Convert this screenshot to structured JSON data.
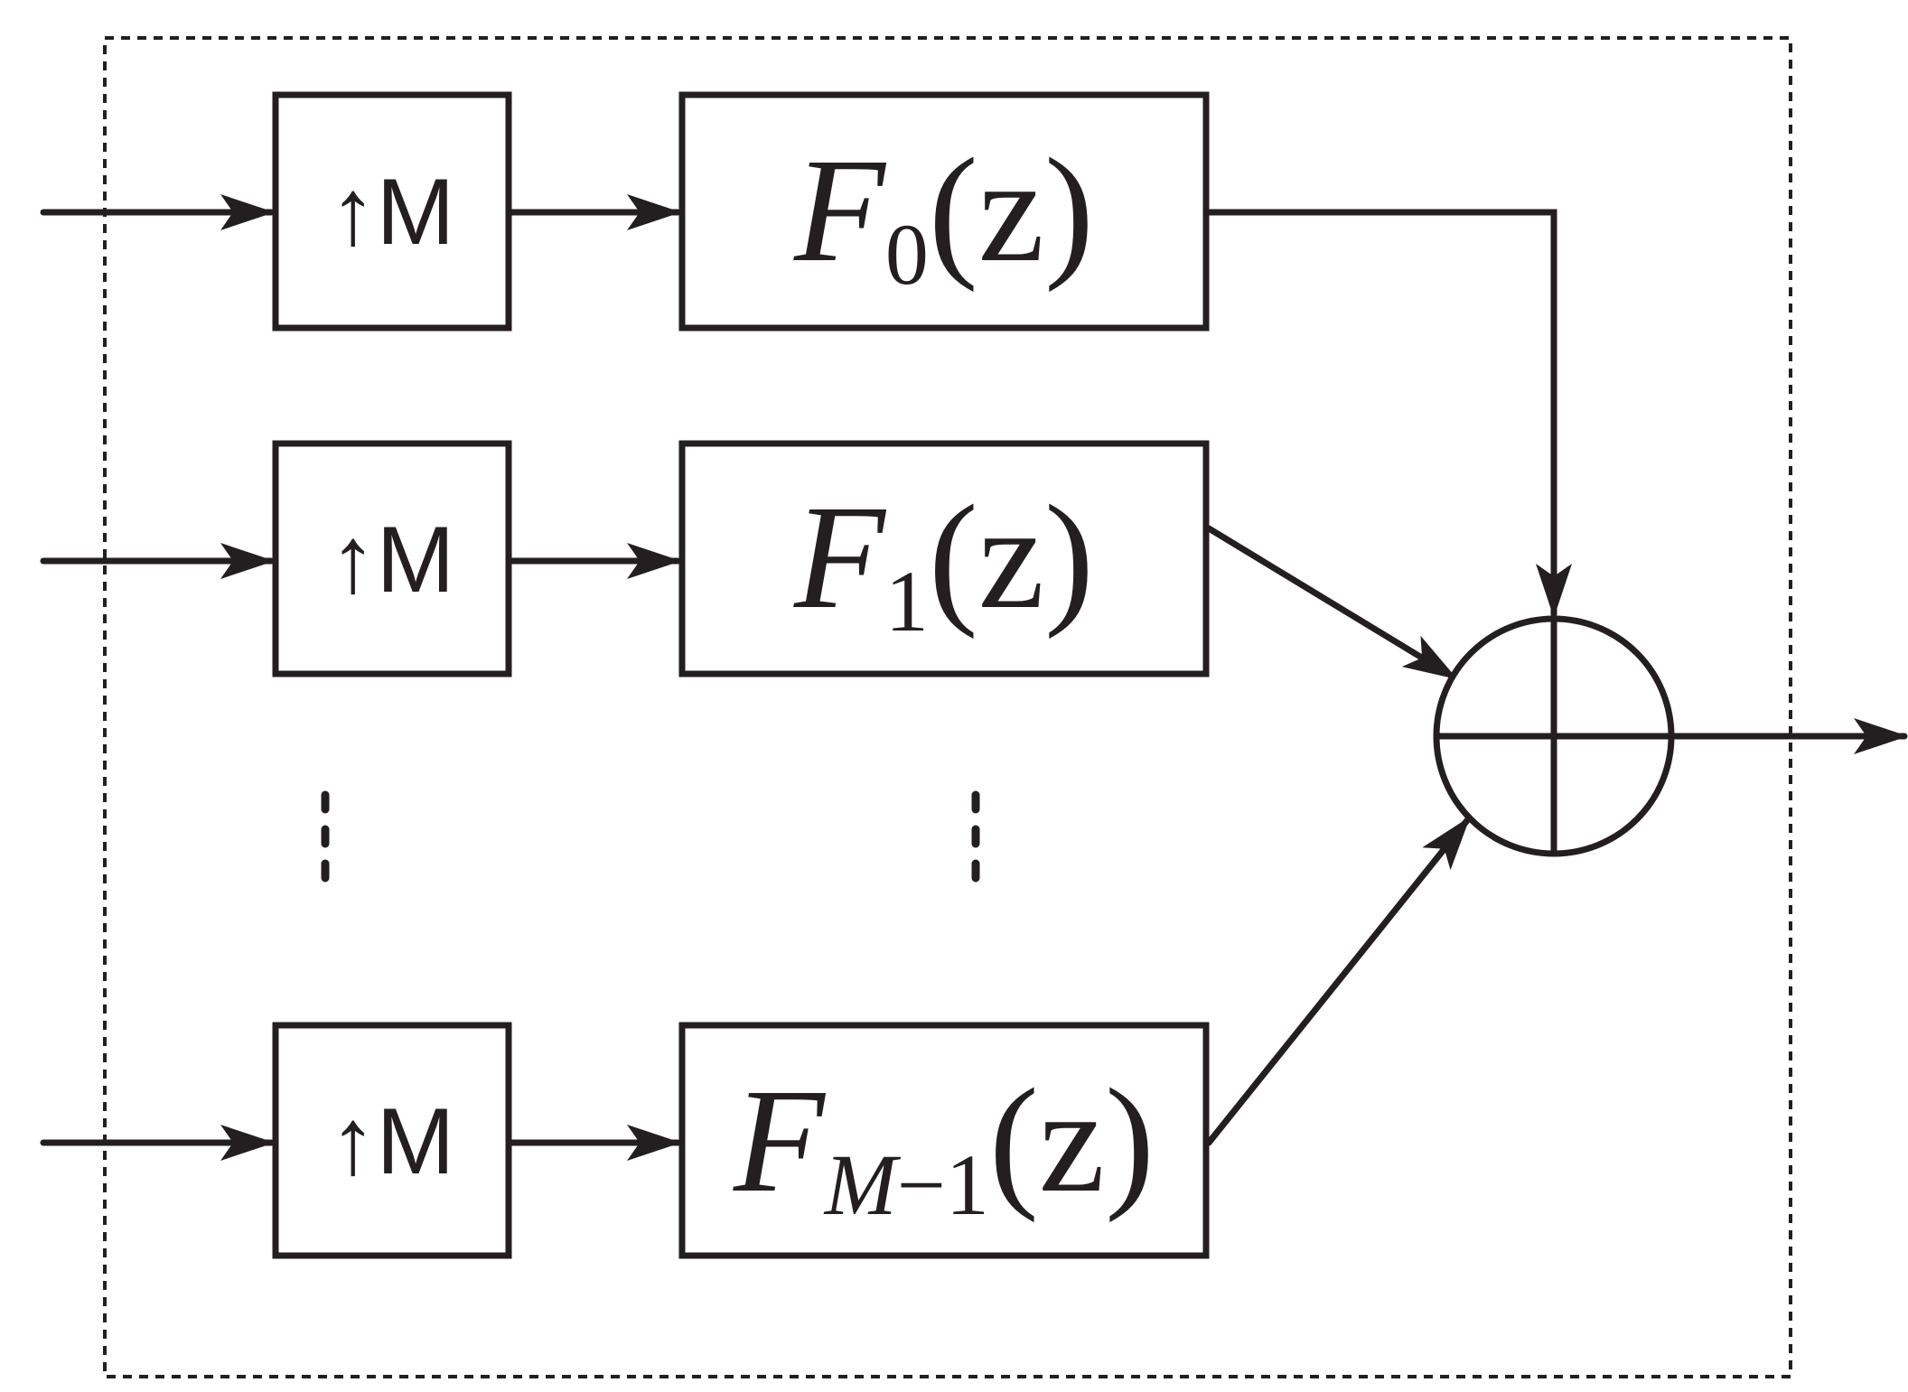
{
  "diagram": {
    "upsampler_label": "↑M",
    "filters": [
      {
        "name": "F",
        "sub": "0",
        "arg": "(z)"
      },
      {
        "name": "F",
        "sub": "1",
        "arg": "(z)"
      },
      {
        "name": "F",
        "sub_var": "M",
        "sub_rest": "−1",
        "arg": "(z)"
      }
    ],
    "summer_symbol": "plus-in-circle",
    "colors": {
      "stroke": "#231f20",
      "background": "#ffffff"
    }
  }
}
